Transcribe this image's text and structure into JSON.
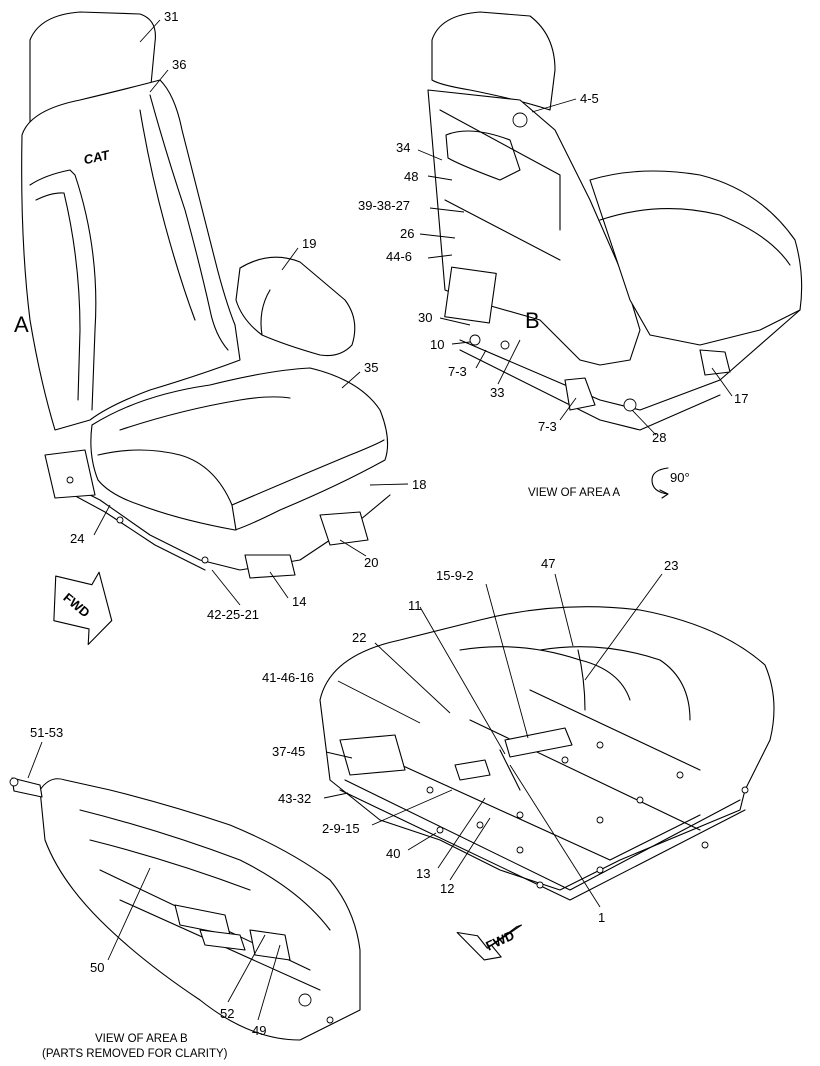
{
  "callouts": {
    "c31": "31",
    "c36": "36",
    "c19": "19",
    "c35": "35",
    "c18": "18",
    "c20": "20",
    "c14": "14",
    "c42_25_21": "42-25-21",
    "c24": "24",
    "c4_5": "4-5",
    "c34": "34",
    "c48": "48",
    "c39_38_27": "39-38-27",
    "c26": "26",
    "c44_6": "44-6",
    "c30": "30",
    "c10": "10",
    "c7_3a": "7-3",
    "c33": "33",
    "c7_3b": "7-3",
    "c28": "28",
    "c17": "17",
    "c15_9_2": "15-9-2",
    "c47": "47",
    "c23": "23",
    "c11": "11",
    "c22": "22",
    "c41_46_16": "41-46-16",
    "c37_45": "37-45",
    "c43_32": "43-32",
    "c2_9_15": "2-9-15",
    "c40": "40",
    "c13": "13",
    "c12": "12",
    "c1": "1",
    "c51_53": "51-53",
    "c50": "50",
    "c52": "52",
    "c49": "49"
  },
  "area_labels": {
    "area_a": "A",
    "area_b": "B"
  },
  "captions": {
    "view_area_a": "VIEW OF AREA  A",
    "rotation": "90°",
    "view_area_b_line1": "VIEW OF AREA  B",
    "view_area_b_line2": "(PARTS REMOVED FOR CLARITY)"
  },
  "arrows": {
    "fwd_top": "FWD",
    "fwd_bottom": "FWD"
  },
  "logo_text": "CAT"
}
